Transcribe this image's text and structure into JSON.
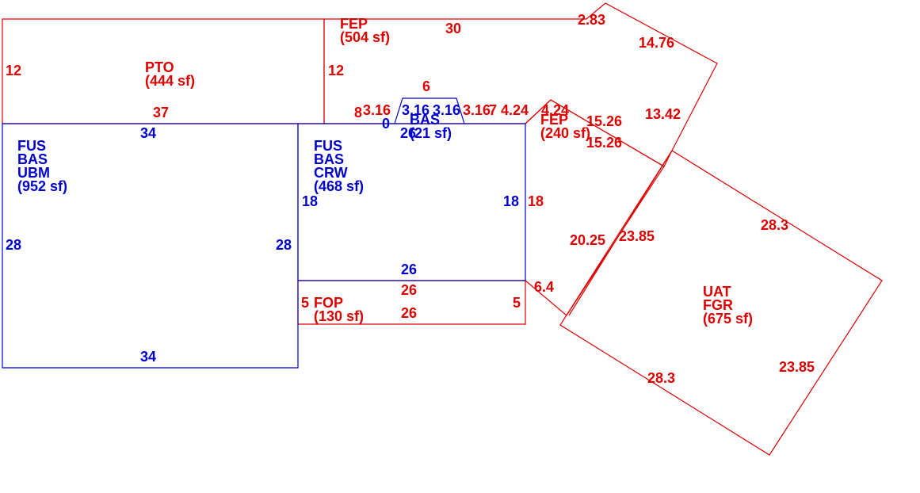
{
  "areas": {
    "fep_top": {
      "code": "FEP",
      "size": "(504 sf)"
    },
    "pto": {
      "code": "PTO",
      "size": "(444 sf)"
    },
    "ubm": {
      "codes": [
        "FUS",
        "BAS",
        "UBM"
      ],
      "size": "(952 sf)"
    },
    "crw": {
      "codes": [
        "FUS",
        "BAS",
        "CRW"
      ],
      "size": "(468 sf)"
    },
    "bas": {
      "code": "BAS",
      "size": "(21 sf)"
    },
    "fep_mid": {
      "code": "FEP",
      "size": "(240 sf)"
    },
    "fop": {
      "code": "FOP",
      "size": "(130 sf)"
    },
    "fgr": {
      "codes": [
        "UAT",
        "FGR"
      ],
      "size": "(675 sf)"
    }
  },
  "dims": {
    "pto_left": "12",
    "pto_mid": "12",
    "pto_bottom": "37",
    "fep_top": "30",
    "fep_283": "2.83",
    "fep_1476": "14.76",
    "fep_1342": "13.42",
    "ubm_top": "34",
    "ubm_left": "28",
    "ubm_right": "28",
    "ubm_bottom": "34",
    "crw_left": "18",
    "crw_right_blue": "18",
    "crw_right_red": "18",
    "crw_bottom": "26",
    "bas_top": "6",
    "bas_left_slant": "3.16",
    "bas_right_slant": "3.16",
    "bas_inner_left": "3.16",
    "bas_inner_right": "3.16",
    "bas_zero": "0",
    "bas_bottom": "26",
    "bas_eight": "8",
    "bas_seven": "7",
    "fep_424a": "4.24",
    "fep_424b": "4.24",
    "fep_1526a": "15.26",
    "fep_1526b": "15.26",
    "fop_top": "26",
    "fop_bottom": "26",
    "fop_left": "5",
    "fop_right": "5",
    "fep_2025": "20.25",
    "fep_64": "6.4",
    "fgr_2385a": "23.85",
    "fgr_283a": "28.3",
    "fgr_283b": "28.3",
    "fgr_2385b": "23.85"
  }
}
